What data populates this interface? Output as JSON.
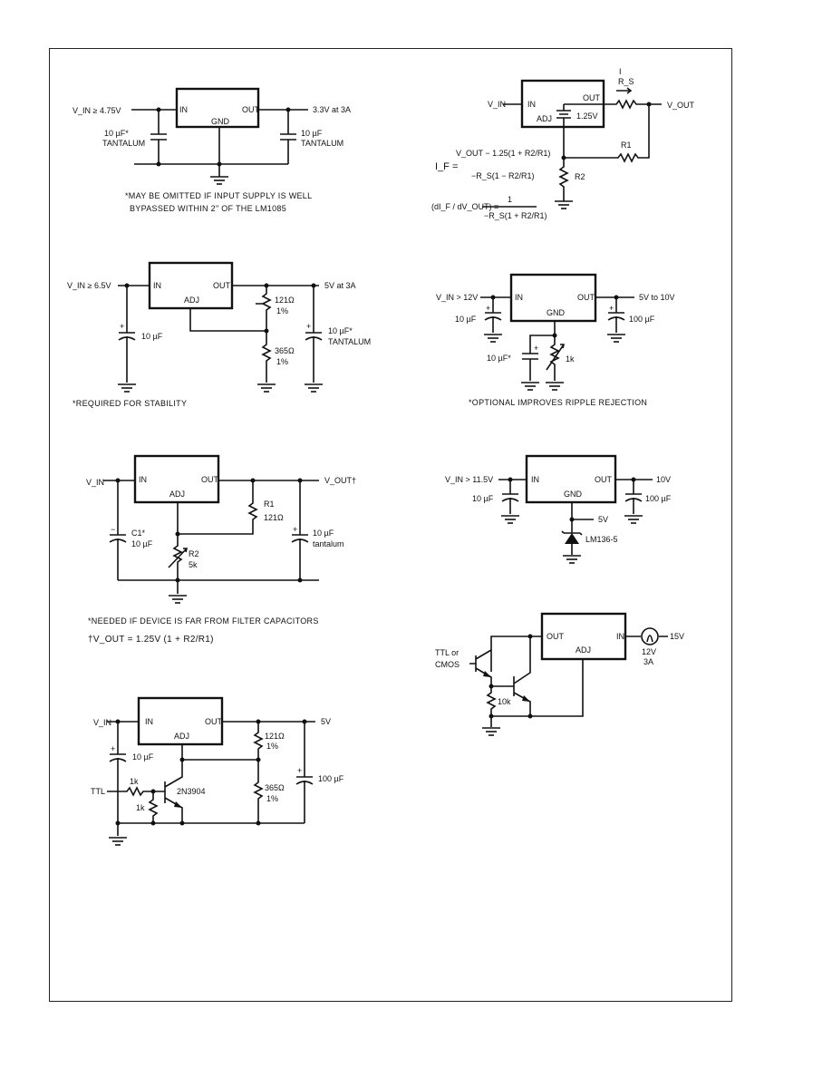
{
  "page": {
    "frame": "datasheet-figure-page"
  },
  "circuits": [
    {
      "id": "fixed-3v3",
      "regulator": {
        "in": "IN",
        "out": "OUT",
        "gnd": "GND"
      },
      "vin": "V_IN ≥ 4.75V",
      "vout": "3.3V at 3A",
      "cin": [
        "10 µF*",
        "TANTALUM"
      ],
      "cout": [
        "10 µF",
        "TANTALUM"
      ],
      "note": [
        "*MAY BE OMITTED IF INPUT SUPPLY IS WELL",
        "BYPASSED WITHIN 2\" OF THE LM1085"
      ]
    },
    {
      "id": "current-source",
      "regulator": {
        "in": "IN",
        "out": "OUT",
        "adj": "ADJ",
        "ref": "1.25V"
      },
      "vin": "V_IN",
      "vout": "V_OUT",
      "current_label": "I",
      "rs": "R_S",
      "r1": "R1",
      "r2": "R2",
      "eq1": {
        "lhs": "I_F =",
        "num": "V_OUT − 1.25(1 + R2/R1)",
        "den": "−R_S(1 − R2/R1)"
      },
      "eq2": {
        "lhs": "(dI_F / dV_OUT) =",
        "num": "1",
        "den": "−R_S(1 + R2/R1)"
      }
    },
    {
      "id": "adj-5v",
      "regulator": {
        "in": "IN",
        "out": "OUT",
        "adj": "ADJ"
      },
      "vin": "V_IN ≥ 6.5V",
      "vout": "5V at 3A",
      "cin": "10 µF",
      "r_top": [
        "121Ω",
        "1%"
      ],
      "r_bot": [
        "365Ω",
        "1%"
      ],
      "cout": [
        "10 µF*",
        "TANTALUM"
      ],
      "note": "*REQUIRED FOR STABILITY"
    },
    {
      "id": "ripple-rejection",
      "regulator": {
        "in": "IN",
        "out": "OUT",
        "gnd": "GND"
      },
      "vin": "V_IN > 12V",
      "vout": "5V to 10V",
      "cin": "10 µF",
      "cout": "100 µF",
      "cadj": "10 µF*",
      "pot": "1k",
      "note": "*OPTIONAL IMPROVES RIPPLE REJECTION"
    },
    {
      "id": "adjustable-vout",
      "regulator": {
        "in": "IN",
        "out": "OUT",
        "adj": "ADJ"
      },
      "vin": "V_IN",
      "vout": "V_OUT†",
      "c1": [
        "C1*",
        "10 µF"
      ],
      "r1": [
        "R1",
        "121Ω"
      ],
      "r2": [
        "R2",
        "5k"
      ],
      "cout": [
        "10 µF",
        "tantalum"
      ],
      "note1": "*NEEDED IF DEVICE IS FAR FROM FILTER CAPACITORS",
      "note2": "†V_OUT = 1.25V (1 + R2/R1)"
    },
    {
      "id": "zener-ref",
      "regulator": {
        "in": "IN",
        "out": "OUT",
        "gnd": "GND"
      },
      "vin": "V_IN > 11.5V",
      "vout": "10V",
      "cin": "10 µF",
      "cout": "100 µF",
      "ref_v": "5V",
      "zener": "LM136-5"
    },
    {
      "id": "ttl-shutdown",
      "regulator": {
        "in": "IN",
        "out": "OUT",
        "adj": "ADJ"
      },
      "vin": "V_IN",
      "vout": "5V",
      "cin": "10 µF",
      "ttl": "TTL",
      "r_series": "1k",
      "r_shunt": "1k",
      "transistor": "2N3904",
      "r_top": [
        "121Ω",
        "1%"
      ],
      "r_bot": [
        "365Ω",
        "1%"
      ],
      "cout": "100 µF"
    },
    {
      "id": "lamp-flasher",
      "regulator": {
        "in": "IN",
        "out": "OUT",
        "adj": "ADJ"
      },
      "input": "TTL or",
      "input2": "CMOS",
      "r": "10k",
      "lamp": [
        "12V",
        "3A"
      ],
      "supply": "15V"
    }
  ]
}
